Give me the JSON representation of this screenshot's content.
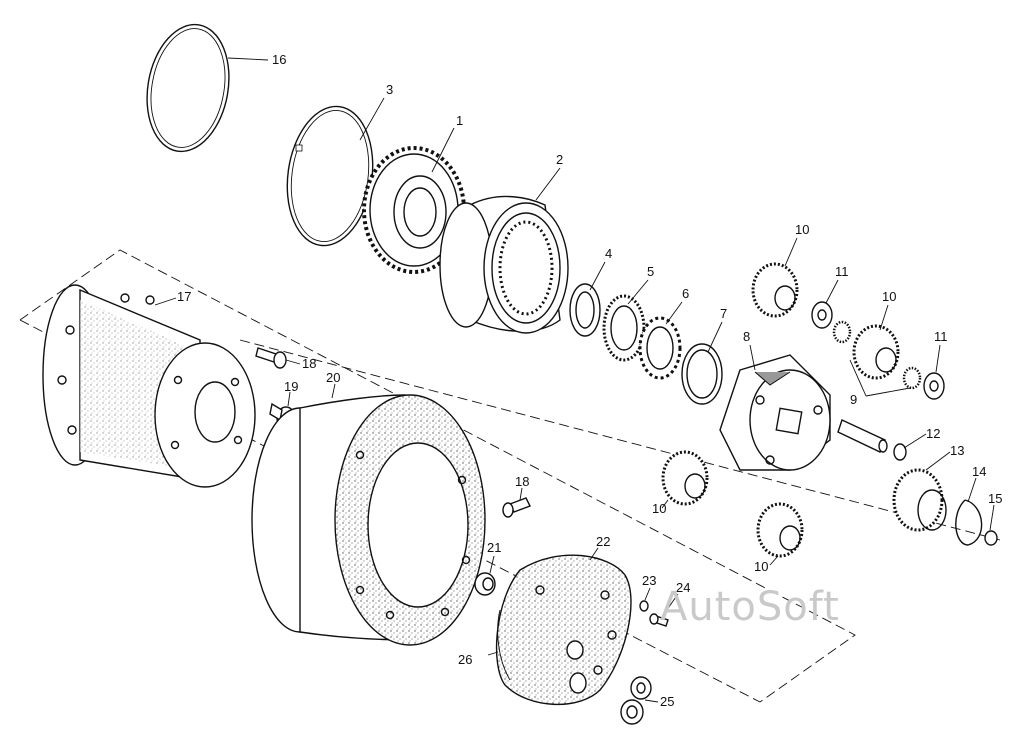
{
  "watermark": "AutoSoft",
  "callouts": [
    {
      "id": "16",
      "text": "16"
    },
    {
      "id": "3",
      "text": "3"
    },
    {
      "id": "1",
      "text": "1"
    },
    {
      "id": "2",
      "text": "2"
    },
    {
      "id": "4",
      "text": "4"
    },
    {
      "id": "5",
      "text": "5"
    },
    {
      "id": "6",
      "text": "6"
    },
    {
      "id": "7",
      "text": "7"
    },
    {
      "id": "8",
      "text": "8"
    },
    {
      "id": "10a",
      "text": "10"
    },
    {
      "id": "11a",
      "text": "11"
    },
    {
      "id": "10b",
      "text": "10"
    },
    {
      "id": "11b",
      "text": "11"
    },
    {
      "id": "9",
      "text": "9"
    },
    {
      "id": "12",
      "text": "12"
    },
    {
      "id": "13",
      "text": "13"
    },
    {
      "id": "14",
      "text": "14"
    },
    {
      "id": "15",
      "text": "15"
    },
    {
      "id": "10c",
      "text": "10"
    },
    {
      "id": "10d",
      "text": "10"
    },
    {
      "id": "17",
      "text": "17"
    },
    {
      "id": "18a",
      "text": "18"
    },
    {
      "id": "19",
      "text": "19"
    },
    {
      "id": "20",
      "text": "20"
    },
    {
      "id": "18b",
      "text": "18"
    },
    {
      "id": "21",
      "text": "21"
    },
    {
      "id": "22",
      "text": "22"
    },
    {
      "id": "23",
      "text": "23"
    },
    {
      "id": "24",
      "text": "24"
    },
    {
      "id": "26",
      "text": "26"
    },
    {
      "id": "25",
      "text": "25"
    }
  ]
}
